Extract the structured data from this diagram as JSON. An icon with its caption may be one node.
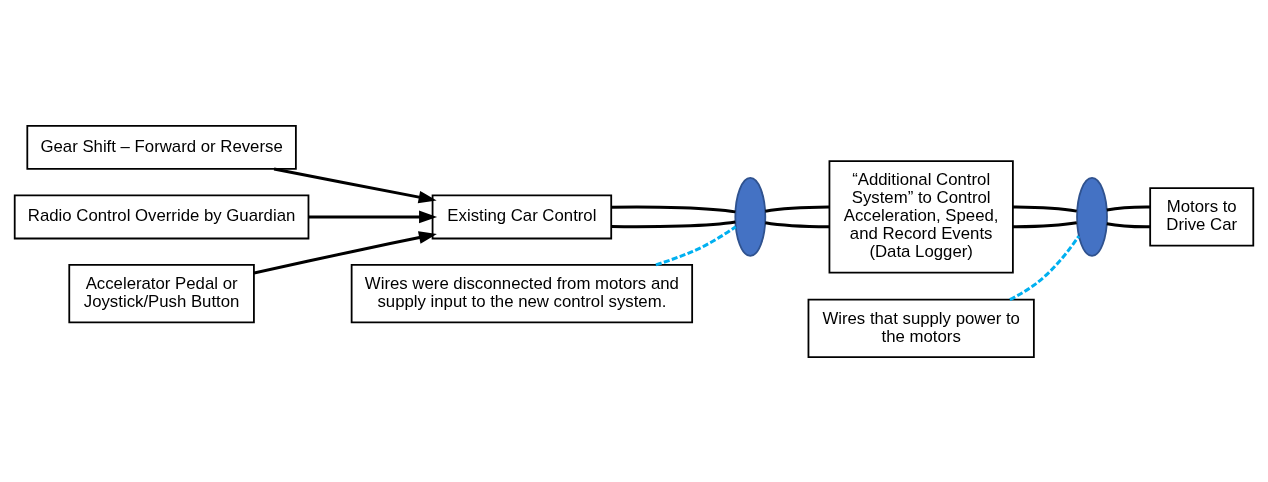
{
  "diagram": {
    "nodes": [
      {
        "text": [
          "Gear Shift – Forward or Reverse"
        ]
      },
      {
        "text": [
          "Radio Control Override by Guardian"
        ]
      },
      {
        "text": [
          "“Additional Control System” to Control Acceleration, Speed, and Record Events (Data Logger)"
        ]
      },
      {
        "text": [
          "Motors to Drive Car"
        ]
      },
      {
        "text": [
          "Existing Car Control"
        ]
      },
      {
        "text": [],
        "shape": "ellipse"
      },
      {
        "text": [],
        "shape": "ellipse"
      },
      {
        "text": [
          "Accelerator Pedal or Joystick/Push Button"
        ]
      },
      {
        "text": [
          "Wires were disconnected from motors and supply input to the new control system."
        ]
      },
      {
        "text": [
          "Wires that supply power to the motors"
        ]
      }
    ],
    "edges": [
      {
        "from": 0,
        "to": 4,
        "arrow": "to"
      },
      {
        "from": 1,
        "to": 4,
        "arrow": "to"
      },
      {
        "from": 7,
        "to": 4,
        "arrow": "to"
      },
      {
        "from": 4,
        "to": 5,
        "arrow": "none"
      },
      {
        "from": 4,
        "to": 5,
        "arrow": "none"
      },
      {
        "from": 5,
        "to": 2,
        "arrow": "none"
      },
      {
        "from": 5,
        "to": 2,
        "arrow": "none"
      },
      {
        "from": 2,
        "to": 6,
        "arrow": "none"
      },
      {
        "from": 2,
        "to": 6,
        "arrow": "none"
      },
      {
        "from": 6,
        "to": 3,
        "arrow": "none"
      },
      {
        "from": 6,
        "to": 3,
        "arrow": "none"
      },
      {
        "from": 8,
        "to": 5,
        "arrow": "none",
        "style": "dashed",
        "color": "#00b0f0"
      },
      {
        "from": 9,
        "to": 6,
        "arrow": "none",
        "style": "dashed",
        "color": "#00b0f0"
      }
    ]
  }
}
